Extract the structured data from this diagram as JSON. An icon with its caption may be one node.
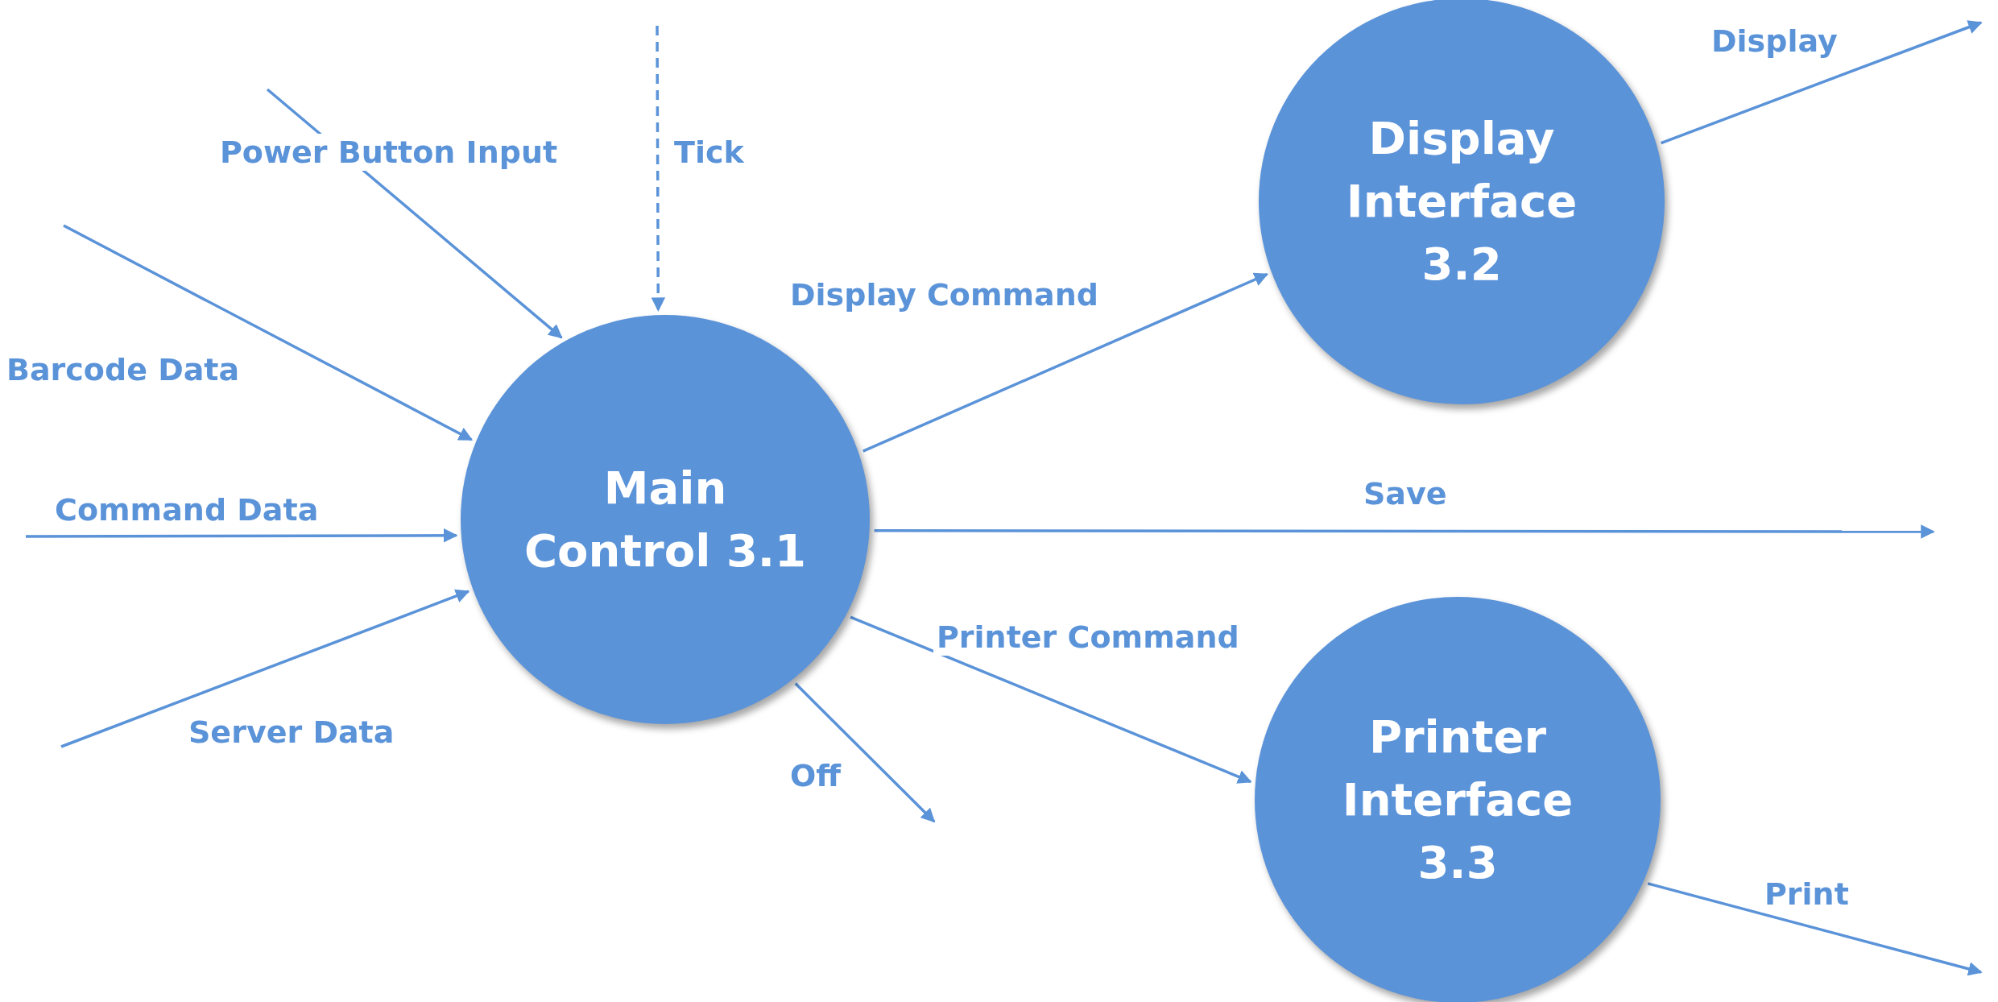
{
  "diagram": {
    "nodes": [
      {
        "text": [
          "Main Control 3.1"
        ]
      },
      {
        "text": [
          "Display Interface 3.2"
        ]
      },
      {
        "text": [
          "Printer Interface 3.3"
        ]
      }
    ],
    "edges": [
      {
        "from": null,
        "to": 0,
        "arrow": "to",
        "label": "Power Button Input"
      },
      {
        "from": null,
        "to": 0,
        "arrow": "to",
        "label": "Tick",
        "style": "dashed"
      },
      {
        "from": null,
        "to": 0,
        "arrow": "to",
        "label": "Barcode Data"
      },
      {
        "from": null,
        "to": 0,
        "arrow": "to",
        "label": "Command Data"
      },
      {
        "from": null,
        "to": 0,
        "arrow": "to",
        "label": "Server Data"
      },
      {
        "from": 0,
        "to": 1,
        "arrow": "to",
        "label": "Display Command"
      },
      {
        "from": 0,
        "to": null,
        "arrow": "to",
        "label": "Save"
      },
      {
        "from": 0,
        "to": 2,
        "arrow": "to",
        "label": "Printer Command"
      },
      {
        "from": 0,
        "to": null,
        "arrow": "to",
        "label": "Off"
      },
      {
        "from": 1,
        "to": null,
        "arrow": "to",
        "label": "Display"
      },
      {
        "from": 2,
        "to": null,
        "arrow": "to",
        "label": "Print"
      }
    ]
  }
}
